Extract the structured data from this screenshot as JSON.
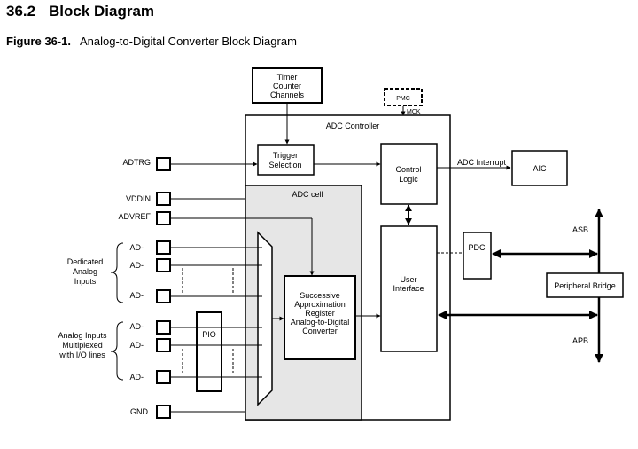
{
  "section": {
    "number": "36.2",
    "title": "Block Diagram"
  },
  "figure": {
    "label": "Figure 36-1.",
    "title": "Analog-to-Digital Converter Block Diagram"
  },
  "blocks": {
    "timer": [
      "Timer",
      "Counter",
      "Channels"
    ],
    "pmc": "PMC",
    "mck": "MCK",
    "adc_controller": "ADC Controller",
    "trigger": [
      "Trigger",
      "Selection"
    ],
    "control_logic": [
      "Control",
      "Logic"
    ],
    "adc_interrupt": "ADC Interrupt",
    "aic": "AIC",
    "adc_cell": "ADC cell",
    "sar": [
      "Successive",
      "Approximation",
      "Register",
      "Analog-to-Digital",
      "Converter"
    ],
    "user_interface": [
      "User",
      "Interface"
    ],
    "pdc": "PDC",
    "peripheral_bridge": "Peripheral Bridge",
    "asb": "ASB",
    "apb": "APB",
    "pio": "PIO"
  },
  "pins": {
    "adtrg": "ADTRG",
    "vddin": "VDDIN",
    "advref": "ADVREF",
    "ad": "AD-",
    "gnd": "GND"
  },
  "groups": {
    "dedicated": [
      "Dedicated",
      "Analog",
      "Inputs"
    ],
    "multiplexed": [
      "Analog Inputs",
      "Multiplexed",
      "with I/O lines"
    ]
  }
}
